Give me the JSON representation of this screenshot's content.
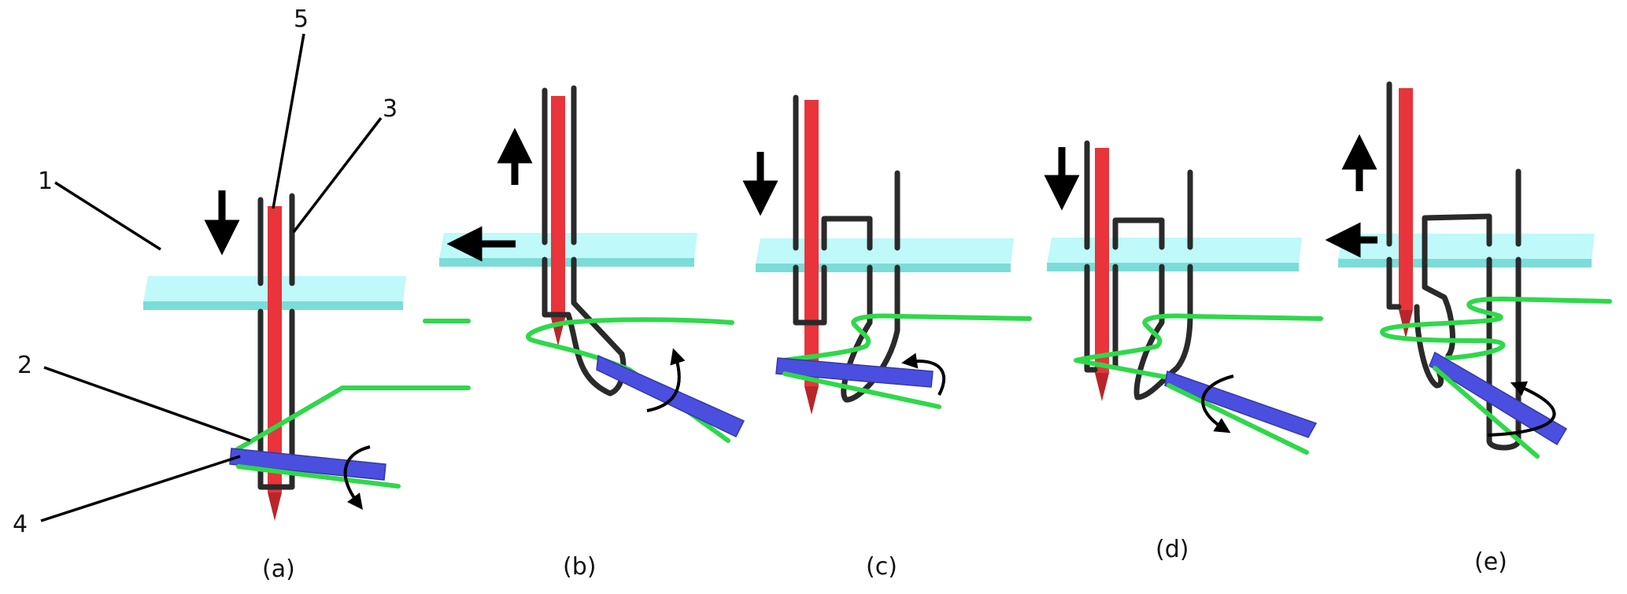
{
  "figure": {
    "description": "Five-stage schematic of a stitch-forming process: needle with thread loop passing through a plate, with a rotating blue looper catching the green thread",
    "colors": {
      "plate_top": "#bff9f9",
      "plate_edge": "#7cdcd8",
      "needle": "#e8343a",
      "needle_tip": "#b8262b",
      "loop_thread": "#2a2a2a",
      "green_thread": "#2fd84a",
      "looper": "#4a4fe0",
      "looper_edge": "#3438a8",
      "arrow": "#000000"
    },
    "callouts": [
      {
        "id": "1",
        "label": "1",
        "refers_to": "plate"
      },
      {
        "id": "2",
        "label": "2",
        "refers_to": "green-thread"
      },
      {
        "id": "3",
        "label": "3",
        "refers_to": "dark-loop-thread"
      },
      {
        "id": "4",
        "label": "4",
        "refers_to": "looper"
      },
      {
        "id": "5",
        "label": "5",
        "refers_to": "needle"
      }
    ],
    "panels": [
      {
        "id": "a",
        "caption": "(a)",
        "needle_motion": "down",
        "plate_motion": "none",
        "looper_rotation": "clockwise-down"
      },
      {
        "id": "b",
        "caption": "(b)",
        "needle_motion": "up",
        "plate_motion": "left",
        "looper_rotation": "counterclockwise-up"
      },
      {
        "id": "c",
        "caption": "(c)",
        "needle_motion": "down",
        "plate_motion": "none",
        "looper_rotation": "counterclockwise-up"
      },
      {
        "id": "d",
        "caption": "(d)",
        "needle_motion": "down",
        "plate_motion": "none",
        "looper_rotation": "clockwise-down"
      },
      {
        "id": "e",
        "caption": "(e)",
        "needle_motion": "up",
        "plate_motion": "left",
        "looper_rotation": "counterclockwise-up"
      }
    ]
  }
}
